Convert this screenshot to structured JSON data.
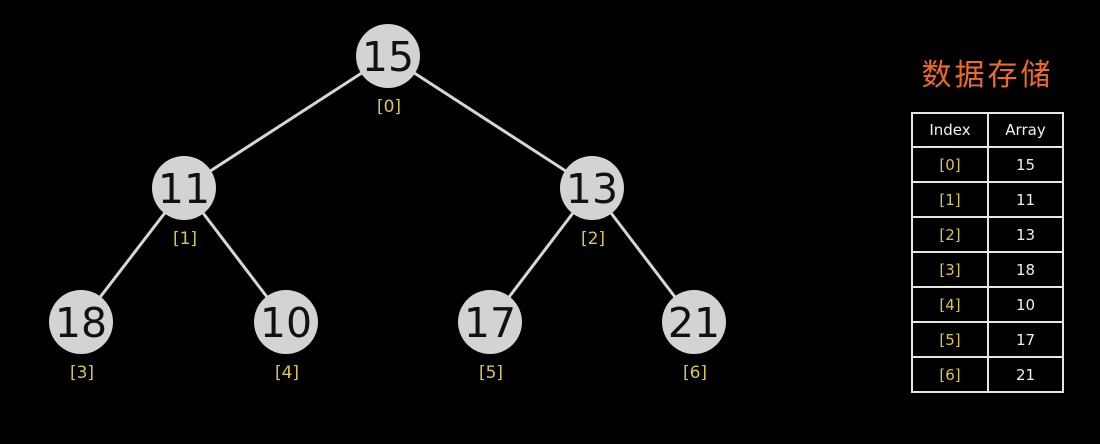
{
  "tree": {
    "nodes": [
      {
        "value": "15",
        "index": "[0]"
      },
      {
        "value": "11",
        "index": "[1]"
      },
      {
        "value": "13",
        "index": "[2]"
      },
      {
        "value": "18",
        "index": "[3]"
      },
      {
        "value": "10",
        "index": "[4]"
      },
      {
        "value": "17",
        "index": "[5]"
      },
      {
        "value": "21",
        "index": "[6]"
      }
    ],
    "edges": [
      [
        0,
        1
      ],
      [
        0,
        2
      ],
      [
        1,
        3
      ],
      [
        1,
        4
      ],
      [
        2,
        5
      ],
      [
        2,
        6
      ]
    ]
  },
  "storage": {
    "title": "数据存储",
    "headers": {
      "index": "Index",
      "array": "Array"
    },
    "rows": [
      {
        "index": "[0]",
        "value": "15"
      },
      {
        "index": "[1]",
        "value": "11"
      },
      {
        "index": "[2]",
        "value": "13"
      },
      {
        "index": "[3]",
        "value": "18"
      },
      {
        "index": "[4]",
        "value": "10"
      },
      {
        "index": "[5]",
        "value": "17"
      },
      {
        "index": "[6]",
        "value": "21"
      }
    ]
  },
  "colors": {
    "background": "#000000",
    "node_fill": "#d3d3d3",
    "edge": "#d6d6d6",
    "index_label": "#d9c64a",
    "title": "#ee6a25",
    "table_border": "#e6e6e6"
  }
}
